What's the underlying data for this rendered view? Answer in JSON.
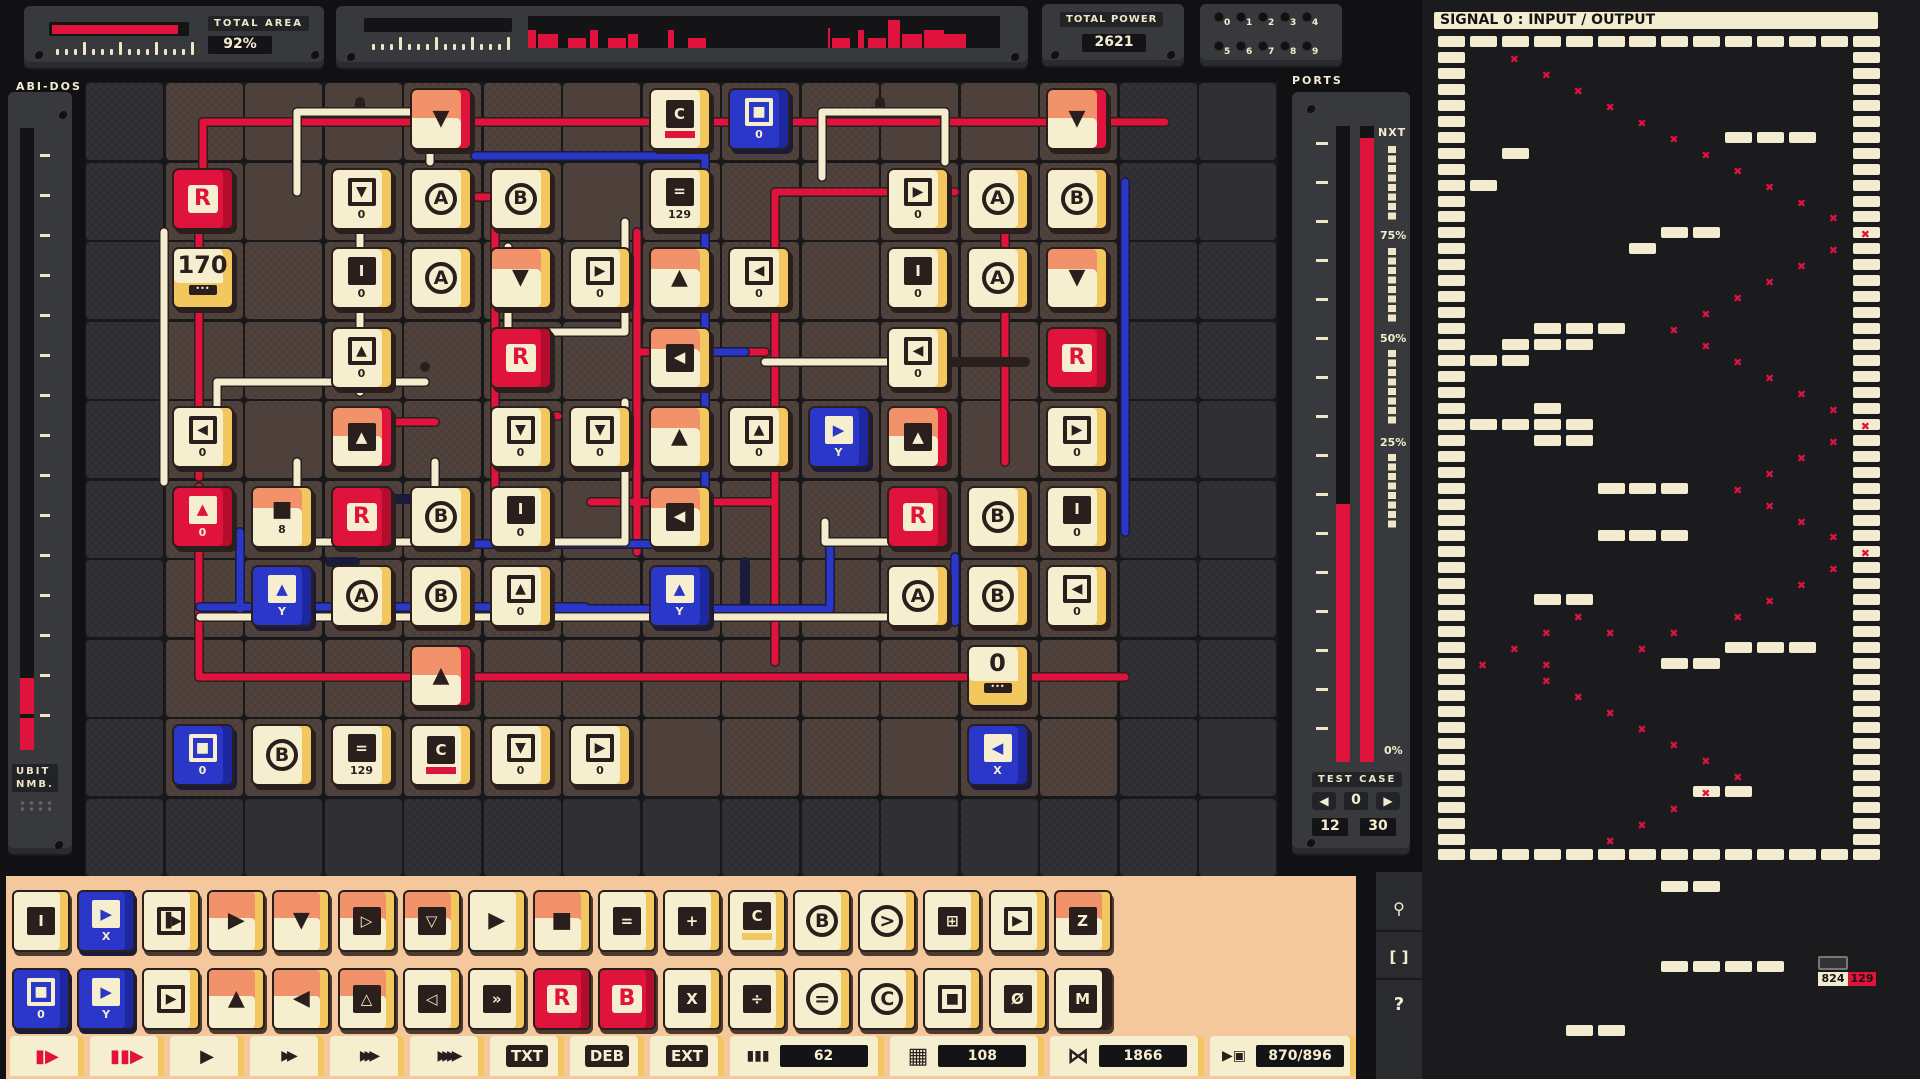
{
  "header": {
    "total_area_label": "TOTAL AREA",
    "total_area_value": "92%",
    "total_power_label": "TOTAL POWER",
    "total_power_value": "2621",
    "ports_label": "PORTS",
    "port_numbers": [
      "0",
      "1",
      "2",
      "3",
      "4",
      "5",
      "6",
      "7",
      "8",
      "9"
    ]
  },
  "left_gauge": {
    "title": "ABI-DOS",
    "unit_label_1": "UBIT",
    "unit_label_2": "NMB."
  },
  "right_gauge": {
    "next_label": "NXT",
    "scale": [
      "75%",
      "50%",
      "25%",
      "0%"
    ],
    "test_case_label": "TEST CASE",
    "test_case_value": "0",
    "stat_left": "12",
    "stat_right": "30",
    "left_bar_percent": 40,
    "right_bar_percent": 97
  },
  "colors": {
    "red": "#e0133c",
    "blue": "#2a37c9",
    "cream": "#f6efcf",
    "yellow": "#f1c75e",
    "board": "#4c3f3a"
  },
  "board": {
    "tiles": [
      {
        "c": 4,
        "r": 0,
        "kind": "corner-red",
        "glyph": "▼",
        "style": "plain",
        "val": ""
      },
      {
        "c": 7,
        "r": 0,
        "kind": "",
        "glyph": "C",
        "style": "boxfill",
        "val": "",
        "bar": true
      },
      {
        "c": 8,
        "r": 0,
        "kind": "blue",
        "glyph": "■",
        "style": "box",
        "val": "0"
      },
      {
        "c": 12,
        "r": 0,
        "kind": "corner-red",
        "glyph": "▼",
        "style": "plain",
        "val": ""
      },
      {
        "c": 1,
        "r": 1,
        "kind": "red",
        "glyph": "R",
        "style": "letterbox",
        "val": ""
      },
      {
        "c": 3,
        "r": 1,
        "kind": "",
        "glyph": "▼",
        "style": "box",
        "val": "0"
      },
      {
        "c": 4,
        "r": 1,
        "kind": "",
        "glyph": "A",
        "style": "circle",
        "val": ""
      },
      {
        "c": 5,
        "r": 1,
        "kind": "",
        "glyph": "B",
        "style": "circle",
        "val": ""
      },
      {
        "c": 7,
        "r": 1,
        "kind": "",
        "glyph": "=",
        "style": "boxfill",
        "val": "129"
      },
      {
        "c": 10,
        "r": 1,
        "kind": "",
        "glyph": "▶",
        "style": "box",
        "val": "0"
      },
      {
        "c": 11,
        "r": 1,
        "kind": "",
        "glyph": "A",
        "style": "circle",
        "val": ""
      },
      {
        "c": 12,
        "r": 1,
        "kind": "",
        "glyph": "B",
        "style": "circle",
        "val": ""
      },
      {
        "c": 1,
        "r": 2,
        "kind": "counter",
        "glyph": "170",
        "style": "counter",
        "val": ""
      },
      {
        "c": 3,
        "r": 2,
        "kind": "",
        "glyph": "I",
        "style": "boxfill",
        "val": "0"
      },
      {
        "c": 4,
        "r": 2,
        "kind": "",
        "glyph": "A",
        "style": "circle",
        "val": ""
      },
      {
        "c": 5,
        "r": 2,
        "kind": "corner",
        "glyph": "▼",
        "style": "plain",
        "val": ""
      },
      {
        "c": 6,
        "r": 2,
        "kind": "",
        "glyph": "▶",
        "style": "box",
        "val": "0"
      },
      {
        "c": 7,
        "r": 2,
        "kind": "corner",
        "glyph": "▲",
        "style": "plain",
        "val": ""
      },
      {
        "c": 8,
        "r": 2,
        "kind": "",
        "glyph": "◀",
        "style": "box",
        "val": "0"
      },
      {
        "c": 10,
        "r": 2,
        "kind": "",
        "glyph": "I",
        "style": "boxfill",
        "val": "0"
      },
      {
        "c": 11,
        "r": 2,
        "kind": "",
        "glyph": "A",
        "style": "circle",
        "val": ""
      },
      {
        "c": 12,
        "r": 2,
        "kind": "corner",
        "glyph": "▼",
        "style": "plain",
        "val": ""
      },
      {
        "c": 3,
        "r": 3,
        "kind": "",
        "glyph": "▲",
        "style": "box",
        "val": "0"
      },
      {
        "c": 5,
        "r": 3,
        "kind": "red",
        "glyph": "R",
        "style": "letterbox",
        "val": ""
      },
      {
        "c": 7,
        "r": 3,
        "kind": "corner",
        "glyph": "◀",
        "style": "boxfill",
        "val": ""
      },
      {
        "c": 10,
        "r": 3,
        "kind": "",
        "glyph": "◀",
        "style": "box",
        "val": "0"
      },
      {
        "c": 12,
        "r": 3,
        "kind": "red",
        "glyph": "R",
        "style": "letterbox",
        "val": ""
      },
      {
        "c": 1,
        "r": 4,
        "kind": "",
        "glyph": "◀",
        "style": "box",
        "val": "0"
      },
      {
        "c": 3,
        "r": 4,
        "kind": "corner-red",
        "glyph": "▲",
        "style": "boxfill",
        "val": ""
      },
      {
        "c": 5,
        "r": 4,
        "kind": "",
        "glyph": "▼",
        "style": "box",
        "val": "0"
      },
      {
        "c": 6,
        "r": 4,
        "kind": "",
        "glyph": "▼",
        "style": "box",
        "val": "0"
      },
      {
        "c": 7,
        "r": 4,
        "kind": "corner",
        "glyph": "▲",
        "style": "plain",
        "val": ""
      },
      {
        "c": 8,
        "r": 4,
        "kind": "",
        "glyph": "▲",
        "style": "box",
        "val": "0"
      },
      {
        "c": 9,
        "r": 4,
        "kind": "blue",
        "glyph": "▶",
        "style": "boxfill",
        "val": "Y"
      },
      {
        "c": 10,
        "r": 4,
        "kind": "corner-red",
        "glyph": "▲",
        "style": "boxfill",
        "val": ""
      },
      {
        "c": 12,
        "r": 4,
        "kind": "",
        "glyph": "▶",
        "style": "box",
        "val": "0"
      },
      {
        "c": 1,
        "r": 5,
        "kind": "red",
        "glyph": "▲",
        "style": "boxfill",
        "val": "0"
      },
      {
        "c": 2,
        "r": 5,
        "kind": "corner",
        "glyph": "■",
        "style": "plain",
        "val": "8"
      },
      {
        "c": 3,
        "r": 5,
        "kind": "red",
        "glyph": "R",
        "style": "letterbox",
        "val": ""
      },
      {
        "c": 4,
        "r": 5,
        "kind": "",
        "glyph": "B",
        "style": "circle",
        "val": ""
      },
      {
        "c": 5,
        "r": 5,
        "kind": "",
        "glyph": "I",
        "style": "boxfill",
        "val": "0"
      },
      {
        "c": 7,
        "r": 5,
        "kind": "corner",
        "glyph": "◀",
        "style": "boxfill",
        "val": ""
      },
      {
        "c": 10,
        "r": 5,
        "kind": "red",
        "glyph": "R",
        "style": "letterbox",
        "val": ""
      },
      {
        "c": 11,
        "r": 5,
        "kind": "",
        "glyph": "B",
        "style": "circle",
        "val": ""
      },
      {
        "c": 12,
        "r": 5,
        "kind": "",
        "glyph": "I",
        "style": "boxfill",
        "val": "0"
      },
      {
        "c": 2,
        "r": 6,
        "kind": "blue",
        "glyph": "▲",
        "style": "boxfill",
        "val": "Y"
      },
      {
        "c": 3,
        "r": 6,
        "kind": "",
        "glyph": "A",
        "style": "circle",
        "val": ""
      },
      {
        "c": 4,
        "r": 6,
        "kind": "",
        "glyph": "B",
        "style": "circle",
        "val": ""
      },
      {
        "c": 5,
        "r": 6,
        "kind": "",
        "glyph": "▲",
        "style": "box",
        "val": "0"
      },
      {
        "c": 7,
        "r": 6,
        "kind": "blue",
        "glyph": "▲",
        "style": "boxfill",
        "val": "Y"
      },
      {
        "c": 10,
        "r": 6,
        "kind": "",
        "glyph": "A",
        "style": "circle",
        "val": ""
      },
      {
        "c": 11,
        "r": 6,
        "kind": "",
        "glyph": "B",
        "style": "circle",
        "val": ""
      },
      {
        "c": 12,
        "r": 6,
        "kind": "",
        "glyph": "◀",
        "style": "box",
        "val": "0"
      },
      {
        "c": 4,
        "r": 7,
        "kind": "corner-red",
        "glyph": "▲",
        "style": "plain",
        "val": ""
      },
      {
        "c": 11,
        "r": 7,
        "kind": "counter",
        "glyph": "0",
        "style": "counter",
        "val": ""
      },
      {
        "c": 1,
        "r": 8,
        "kind": "blue",
        "glyph": "■",
        "style": "box",
        "val": "0"
      },
      {
        "c": 2,
        "r": 8,
        "kind": "",
        "glyph": "B",
        "style": "circle",
        "val": ""
      },
      {
        "c": 3,
        "r": 8,
        "kind": "",
        "glyph": "=",
        "style": "boxfill",
        "val": "129"
      },
      {
        "c": 4,
        "r": 8,
        "kind": "",
        "glyph": "C",
        "style": "boxfill",
        "val": "",
        "bar": true
      },
      {
        "c": 5,
        "r": 8,
        "kind": "",
        "glyph": "▼",
        "style": "box",
        "val": "0"
      },
      {
        "c": 6,
        "r": 8,
        "kind": "",
        "glyph": "▶",
        "style": "box",
        "val": "0"
      },
      {
        "c": 11,
        "r": 8,
        "kind": "blue",
        "glyph": "◀",
        "style": "boxfill",
        "val": "X"
      }
    ]
  },
  "palette": {
    "row1": [
      {
        "glyph": "I",
        "style": "boxfill",
        "kind": ""
      },
      {
        "glyph": "▶",
        "style": "boxfill",
        "kind": "blue",
        "val": "X"
      },
      {
        "glyph": "▐▶",
        "style": "box",
        "kind": ""
      },
      {
        "glyph": "▶",
        "style": "plain",
        "kind": "corner"
      },
      {
        "glyph": "▼",
        "style": "plain",
        "kind": "corner"
      },
      {
        "glyph": "▷",
        "style": "boxfill",
        "kind": "corner"
      },
      {
        "glyph": "▽",
        "style": "boxfill",
        "kind": "corner"
      },
      {
        "glyph": "▶",
        "style": "plain",
        "kind": ""
      },
      {
        "glyph": "■",
        "style": "plain",
        "kind": "corner"
      },
      {
        "glyph": "=",
        "style": "boxfill",
        "kind": ""
      },
      {
        "glyph": "+",
        "style": "boxfill",
        "kind": ""
      },
      {
        "glyph": "C",
        "style": "boxfill",
        "kind": "",
        "bar": true
      },
      {
        "glyph": "B",
        "style": "circle",
        "kind": ""
      },
      {
        "glyph": ">",
        "style": "circle",
        "kind": ""
      },
      {
        "glyph": "⊞",
        "style": "boxfill",
        "kind": ""
      },
      {
        "glyph": "▶",
        "style": "box",
        "kind": ""
      },
      {
        "glyph": "Z",
        "style": "boxfill",
        "kind": "corner"
      }
    ],
    "row2": [
      {
        "glyph": "■",
        "style": "box",
        "kind": "blue",
        "val": "0"
      },
      {
        "glyph": "▶",
        "style": "boxfill",
        "kind": "blue",
        "val": "Y"
      },
      {
        "glyph": "▶",
        "style": "box",
        "kind": ""
      },
      {
        "glyph": "▲",
        "style": "plain",
        "kind": "corner"
      },
      {
        "glyph": "◀",
        "style": "plain",
        "kind": "corner"
      },
      {
        "glyph": "△",
        "style": "boxfill",
        "kind": "corner"
      },
      {
        "glyph": "◁",
        "style": "boxfill",
        "kind": ""
      },
      {
        "glyph": "»",
        "style": "boxfill",
        "kind": ""
      },
      {
        "glyph": "R",
        "style": "letterbox",
        "kind": "red"
      },
      {
        "glyph": "B",
        "style": "letterbox",
        "kind": "red"
      },
      {
        "glyph": "X",
        "style": "boxfill",
        "kind": ""
      },
      {
        "glyph": "÷",
        "style": "boxfill",
        "kind": ""
      },
      {
        "glyph": "=",
        "style": "circle",
        "kind": ""
      },
      {
        "glyph": "C",
        "style": "circle",
        "kind": ""
      },
      {
        "glyph": "■",
        "style": "box",
        "kind": ""
      },
      {
        "glyph": "Ø",
        "style": "boxfill",
        "kind": ""
      },
      {
        "glyph": "M",
        "style": "boxfill",
        "kind": "dark"
      }
    ]
  },
  "controls": {
    "step": "▮▶",
    "pause_play": "▮▮▶",
    "play": "▶",
    "fast": "▶▶",
    "faster": "▶▶▶",
    "fastest": "▶▶▶▶",
    "txt": "TXT",
    "deb": "DEB",
    "ext": "EXT",
    "stat_cells_icon": "▮▮▮",
    "stat_cells": "62",
    "stat_checker_icon": "▦",
    "stat_checker": "108",
    "stat_cycles_icon": "⋈",
    "stat_cycles": "1866",
    "stat_io_icon": "▶▣",
    "stat_io": "870/896"
  },
  "side_tools": [
    "⚲",
    "[ ]",
    "?"
  ],
  "signal": {
    "title": "SIGNAL 0 : INPUT / OUTPUT",
    "cursor_left": "824",
    "cursor_right": "129"
  }
}
